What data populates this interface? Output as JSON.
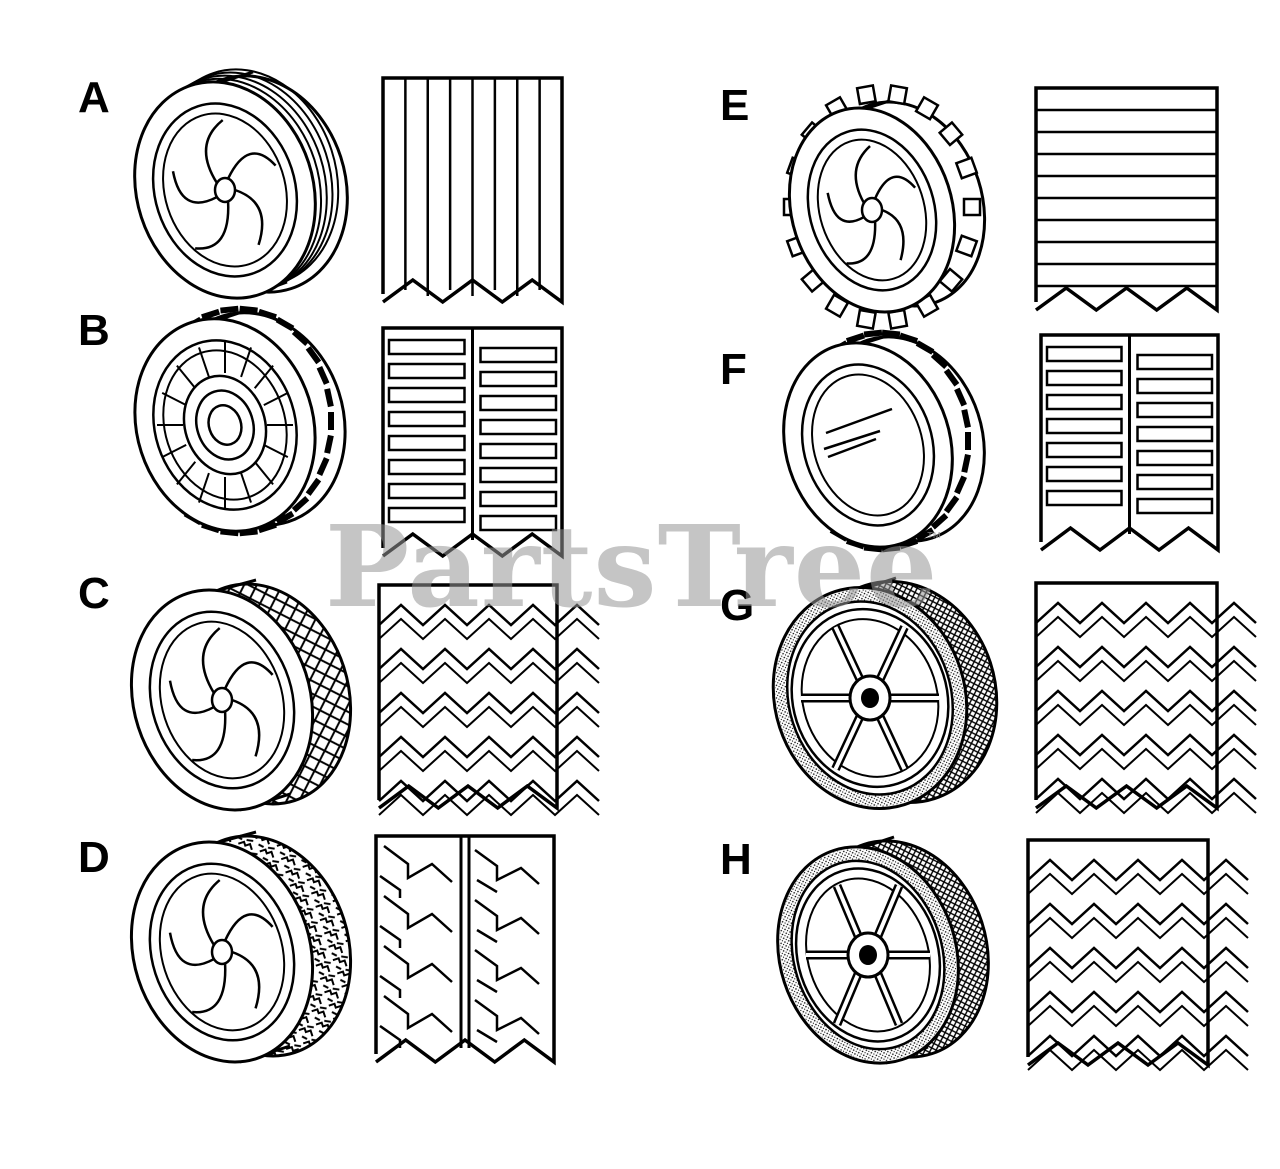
{
  "diagram": {
    "items": [
      {
        "label": "A",
        "tread": "ribbed"
      },
      {
        "label": "B",
        "tread": "bar"
      },
      {
        "label": "C",
        "tread": "diamond"
      },
      {
        "label": "D",
        "tread": "tread-block"
      },
      {
        "label": "E",
        "tread": "gear"
      },
      {
        "label": "F",
        "tread": "wrap-bar"
      },
      {
        "label": "G",
        "tread": "knurled-chevron"
      },
      {
        "label": "H",
        "tread": "knurled-wrap"
      }
    ],
    "line_color": "#000000",
    "background": "#ffffff"
  },
  "watermark": {
    "text": "PartsTree",
    "mark": "™",
    "color": "#969696"
  }
}
